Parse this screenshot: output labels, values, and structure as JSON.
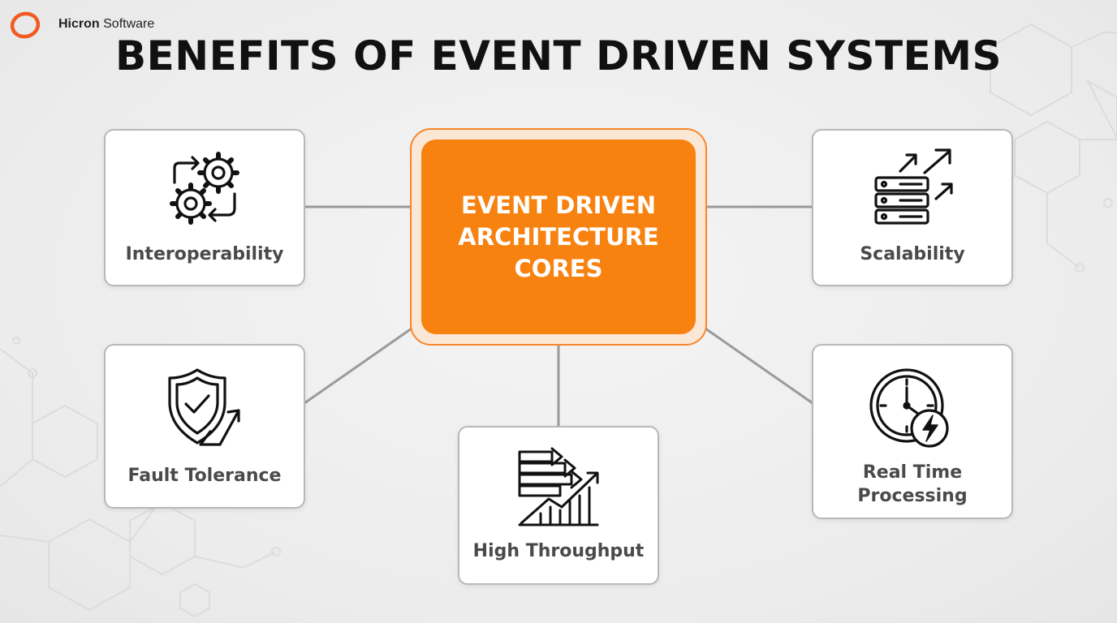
{
  "brand": {
    "name_bold": "Hicron",
    "name_rest": " Software",
    "accent_color": "#f7820f"
  },
  "title": "BENEFITS OF EVENT DRIVEN SYSTEMS",
  "center": {
    "label": "EVENT DRIVEN\nARCHITECTURE\nCORES"
  },
  "nodes": [
    {
      "label": "Interoperability",
      "icon": "gears-exchange-icon"
    },
    {
      "label": "Scalability",
      "icon": "server-growth-icon"
    },
    {
      "label": "Fault Tolerance",
      "icon": "shield-check-icon"
    },
    {
      "label": "High Throughput",
      "icon": "throughput-chart-icon"
    },
    {
      "label": "Real Time\nProcessing",
      "icon": "clock-bolt-icon"
    }
  ]
}
